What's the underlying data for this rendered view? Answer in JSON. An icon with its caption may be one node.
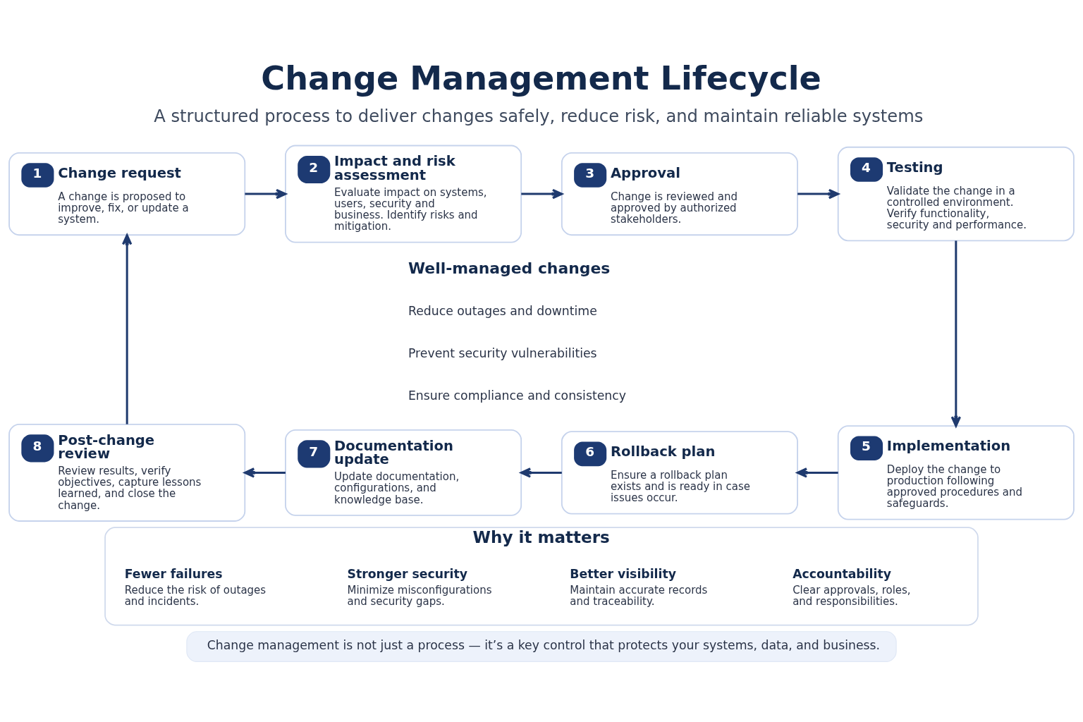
{
  "diagram": {
    "title": "Change Management Lifecycle",
    "nodes": [
      {
        "text": [
          "1",
          "Change request",
          "A change is proposed to improve, fix, or update a system."
        ]
      },
      {
        "text": [
          "2",
          "Impact and risk assessment",
          "Evaluate impact on systems, users, security and business. Identify risks and mitigation."
        ]
      },
      {
        "text": [
          "3",
          "Approval",
          "Change is reviewed and approved by authorized stakeholders."
        ]
      },
      {
        "text": [
          "4",
          "Testing",
          "Validate the change in a controlled environment. Verify functionality, security and performance."
        ]
      },
      {
        "text": [
          "5",
          "Implementation",
          "Deploy the change to production following approved procedures and safeguards."
        ]
      },
      {
        "text": [
          "6",
          "Rollback plan",
          "Ensure a rollback plan exists and is ready in case issues occur."
        ]
      },
      {
        "text": [
          "7",
          "Documentation update",
          "Update documentation, configurations, and knowledge base."
        ]
      },
      {
        "text": [
          "8",
          "Post-change review",
          "Review results, verify objectives, capture lessons learned, and close the change."
        ]
      },
      {
        "text": [
          "Why it matters"
        ]
      },
      {
        "text": [
          "Fewer failures",
          "Reduce the risk of outages and incidents."
        ],
        "in": 8
      },
      {
        "text": [
          "Stronger security",
          "Minimize misconfigurations and security gaps."
        ],
        "in": 8
      },
      {
        "text": [
          "Better visibility",
          "Maintain accurate records and traceability."
        ],
        "in": 8
      },
      {
        "text": [
          "Accountability",
          "Clear approvals, roles, and responsibilities."
        ],
        "in": 8
      },
      {
        "text": [
          "Change management is not just a process — it’s a key control that protects your systems, data, and business."
        ]
      }
    ],
    "edges": [
      {
        "from": 0,
        "to": 1,
        "arrow": "to"
      },
      {
        "from": 1,
        "to": 2,
        "arrow": "to"
      },
      {
        "from": 2,
        "to": 3,
        "arrow": "to"
      },
      {
        "from": 3,
        "to": 4,
        "arrow": "to"
      },
      {
        "from": 4,
        "to": 5,
        "arrow": "to"
      },
      {
        "from": 5,
        "to": 6,
        "arrow": "to"
      },
      {
        "from": 6,
        "to": 7,
        "arrow": "to"
      },
      {
        "from": 7,
        "to": 0,
        "arrow": "to"
      }
    ],
    "labels": [
      "A structured process to deliver changes safely, reduce risk, and maintain reliable systems",
      "Well-managed changes",
      "Reduce outages and downtime",
      "Prevent security vulnerabilities",
      "Ensure compliance and consistency"
    ]
  }
}
